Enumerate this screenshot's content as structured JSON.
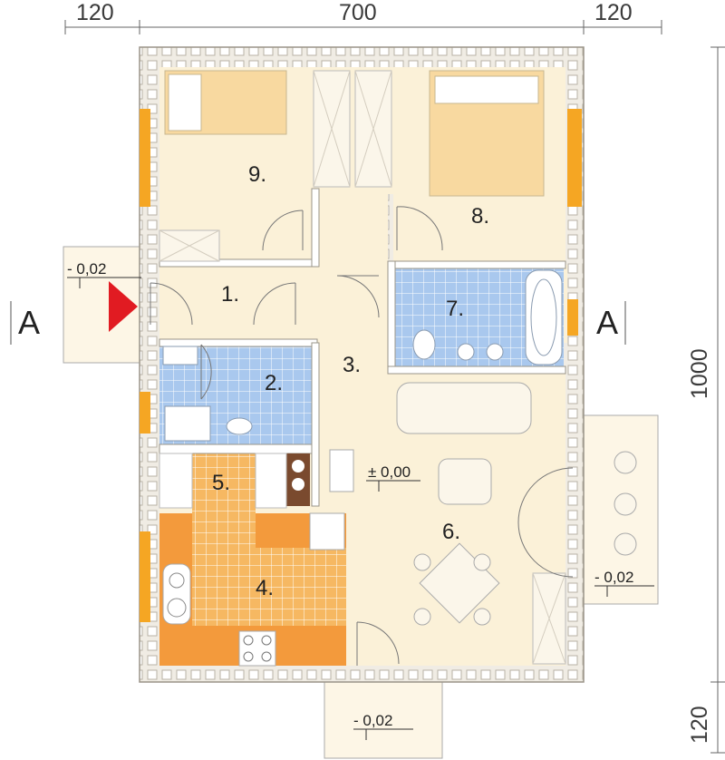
{
  "dimensions": {
    "top_left": "120",
    "top_middle": "700",
    "top_right": "120",
    "right_height": "1000",
    "right_bottom": "120"
  },
  "section_mark": {
    "left_letter": "A",
    "right_letter": "A"
  },
  "levels": {
    "entry": "- 0,02",
    "floor": "± 0,00",
    "right_terrace": "- 0,02",
    "bottom_terrace": "- 0,02"
  },
  "rooms": {
    "r1": "1.",
    "r2": "2.",
    "r3": "3.",
    "r4": "4.",
    "r5": "5.",
    "r6": "6.",
    "r7": "7.",
    "r8": "8.",
    "r9": "9."
  },
  "colors": {
    "wall": "#c9c3b6",
    "floor": "#fbf1d8",
    "tile_blue": "#a9c8ee",
    "kitchen": "#f39a3c",
    "bed": "#f8d9a0",
    "window": "#f5a623",
    "entry_arrow": "#e11b22"
  }
}
